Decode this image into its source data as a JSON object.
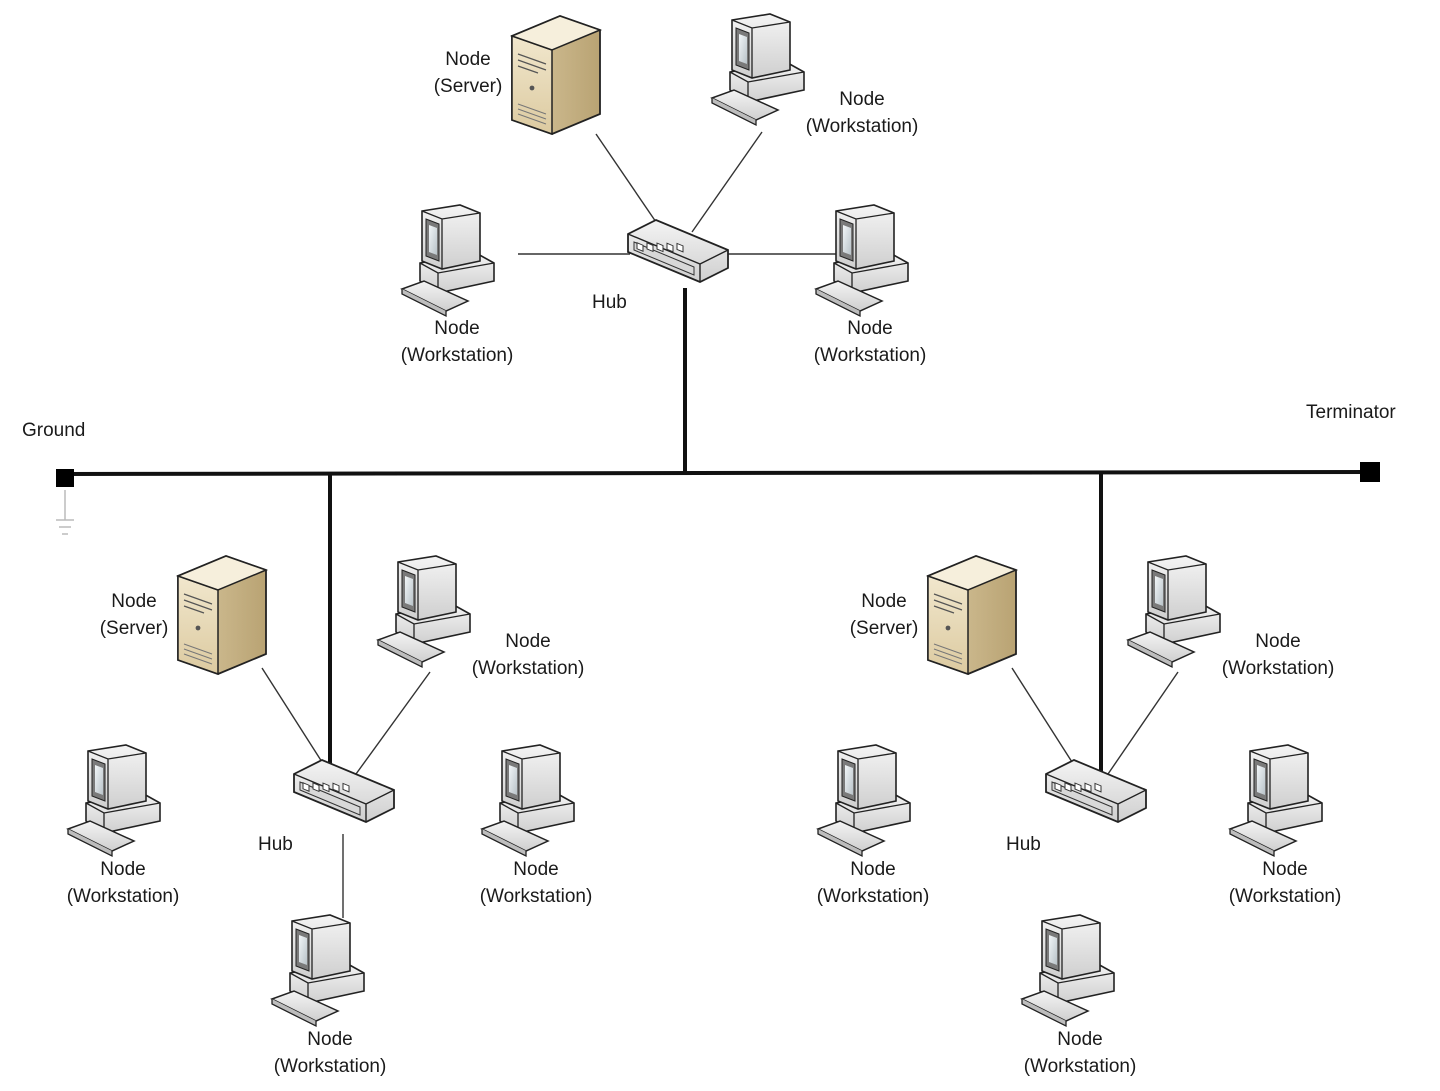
{
  "labels": {
    "ground": "Ground",
    "terminator": "Terminator",
    "hub": "Hub",
    "node": "Node",
    "server": "(Server)",
    "workstation": "(Workstation)"
  },
  "segments": [
    {
      "name": "segment-top",
      "hub": "Hub",
      "nodes": [
        {
          "kind": "server",
          "line1": "Node",
          "line2": "(Server)"
        },
        {
          "kind": "workstation",
          "line1": "Node",
          "line2": "(Workstation)"
        },
        {
          "kind": "workstation",
          "line1": "Node",
          "line2": "(Workstation)"
        },
        {
          "kind": "workstation",
          "line1": "Node",
          "line2": "(Workstation)"
        }
      ]
    },
    {
      "name": "segment-bottom-left",
      "hub": "Hub",
      "nodes": [
        {
          "kind": "server",
          "line1": "Node",
          "line2": "(Server)"
        },
        {
          "kind": "workstation",
          "line1": "Node",
          "line2": "(Workstation)"
        },
        {
          "kind": "workstation",
          "line1": "Node",
          "line2": "(Workstation)"
        },
        {
          "kind": "workstation",
          "line1": "Node",
          "line2": "(Workstation)"
        },
        {
          "kind": "workstation",
          "line1": "Node",
          "line2": "(Workstation)"
        }
      ]
    },
    {
      "name": "segment-bottom-right",
      "hub": "Hub",
      "nodes": [
        {
          "kind": "server",
          "line1": "Node",
          "line2": "(Server)"
        },
        {
          "kind": "workstation",
          "line1": "Node",
          "line2": "(Workstation)"
        },
        {
          "kind": "workstation",
          "line1": "Node",
          "line2": "(Workstation)"
        },
        {
          "kind": "workstation",
          "line1": "Node",
          "line2": "(Workstation)"
        },
        {
          "kind": "workstation",
          "line1": "Node",
          "line2": "(Workstation)"
        }
      ]
    }
  ],
  "colors": {
    "line": "#111111",
    "server_front": "#e9dcbd",
    "server_side": "#cdb98e",
    "server_top": "#f4ecd6",
    "device_body": "#e6e6e6",
    "device_shade": "#bdbdbd",
    "screen": "#7a7a7a",
    "screen_glare": "#e4ebf0"
  }
}
